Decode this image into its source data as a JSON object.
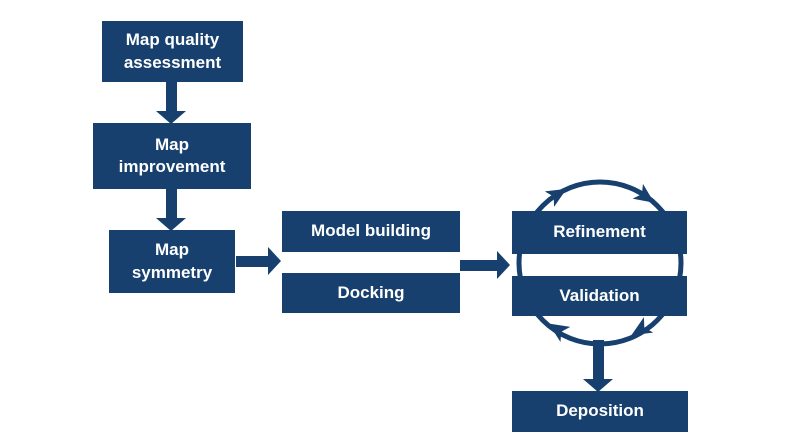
{
  "diagram": {
    "type": "flowchart",
    "description": "Cryo-EM map-to-model pipeline flow diagram"
  },
  "colors": {
    "node_bg": "#17406e",
    "node_text": "#ffffff",
    "arrow": "#17406e",
    "background": "#ffffff"
  },
  "nodes": [
    {
      "id": "map-quality-assessment",
      "label": "Map quality\nassessment"
    },
    {
      "id": "map-improvement",
      "label": "Map\nimprovement"
    },
    {
      "id": "map-symmetry",
      "label": "Map\nsymmetry"
    },
    {
      "id": "model-building",
      "label": "Model building"
    },
    {
      "id": "docking",
      "label": "Docking"
    },
    {
      "id": "refinement",
      "label": "Refinement"
    },
    {
      "id": "validation",
      "label": "Validation"
    },
    {
      "id": "deposition",
      "label": "Deposition"
    }
  ],
  "edges": [
    {
      "from": "map-quality-assessment",
      "to": "map-improvement",
      "type": "arrow-down"
    },
    {
      "from": "map-improvement",
      "to": "map-symmetry",
      "type": "arrow-down"
    },
    {
      "from": "map-symmetry",
      "to": "model-building-docking",
      "type": "arrow-right"
    },
    {
      "from": "model-building-docking",
      "to": "refinement-validation",
      "type": "arrow-right"
    },
    {
      "from": "refinement-validation",
      "to": "deposition",
      "type": "arrow-down"
    },
    {
      "between": [
        "refinement",
        "validation"
      ],
      "type": "clockwise-cycle-circle",
      "arrowheads": 4
    }
  ]
}
